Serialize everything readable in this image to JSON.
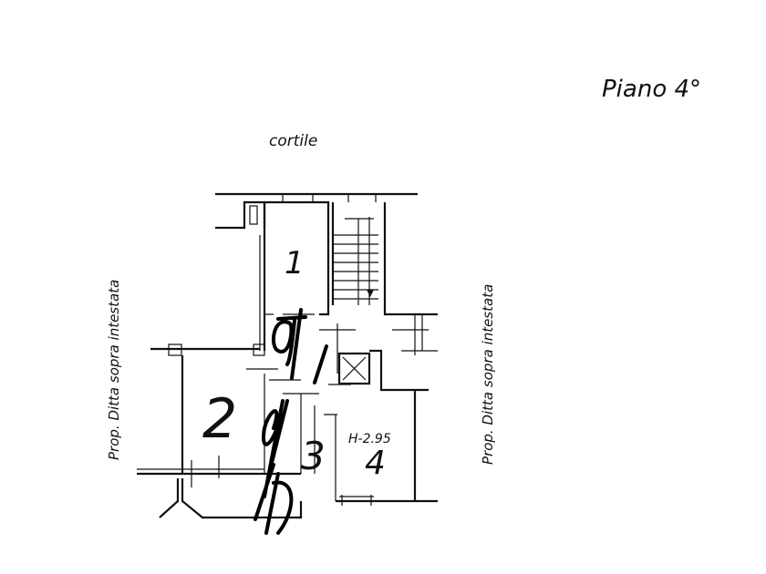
{
  "title": "Piano 4°",
  "courtyard_label": "cortile",
  "neighbor_left": "Prop. Ditta sopra intestata",
  "neighbor_right": "Prop. Ditta sopra intestata",
  "height_label": "H-2.95",
  "rooms": [
    "1",
    "2",
    "3",
    "4"
  ],
  "colors": {
    "ink": "#111111",
    "background": "#ffffff"
  }
}
